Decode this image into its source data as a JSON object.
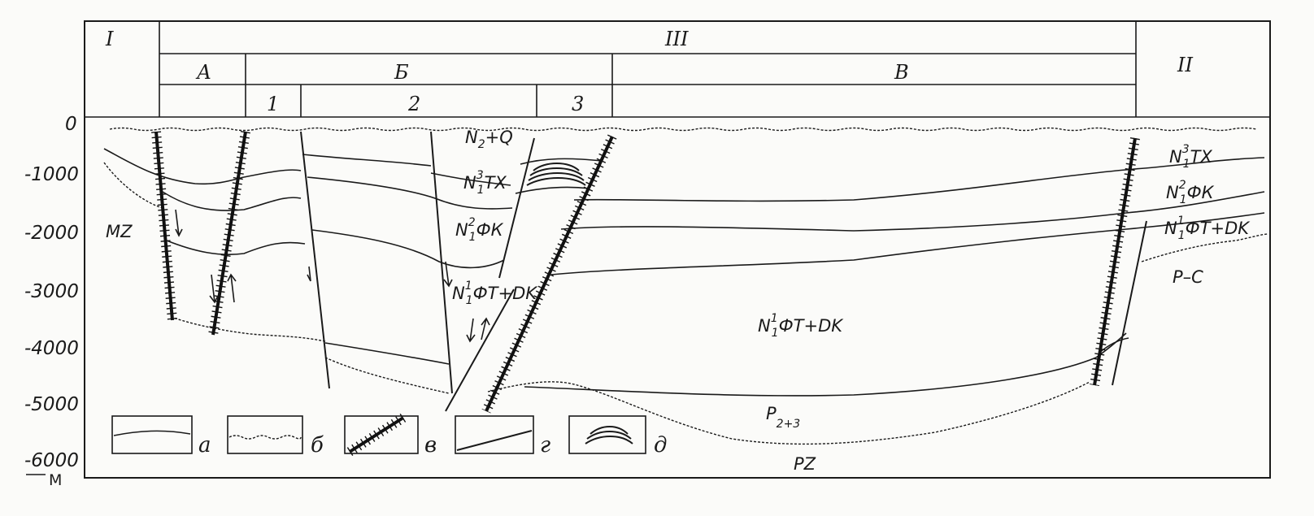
{
  "zones_top": {
    "I": "I",
    "III": "III",
    "II": "II"
  },
  "zones_mid": {
    "A": "А",
    "B": "Б",
    "V": "В"
  },
  "zones_sub": {
    "s1": "1",
    "s2": "2",
    "s3": "3"
  },
  "depth_axis": {
    "ticks": [
      "0",
      "-1000",
      "-2000",
      "-3000",
      "-4000",
      "-5000",
      "-6000"
    ],
    "unit": "М"
  },
  "units": {
    "N2Q": {
      "main": "N",
      "sub": "2",
      "rest": "+Q"
    },
    "N13TX_left": {
      "main": "N",
      "sub": "1",
      "sup": "3",
      "rest": "TX"
    },
    "N12FK_left": {
      "main": "N",
      "sub": "1",
      "sup": "2",
      "rest": "ФК"
    },
    "N11FT_left": {
      "main": "N",
      "sub": "1",
      "sup": "1",
      "rest": "ФТ+DK"
    },
    "N11FT_center": {
      "main": "N",
      "sub": "1",
      "sup": "1",
      "rest": "ФТ+DK"
    },
    "N13TX_right": {
      "main": "N",
      "sub": "1",
      "sup": "3",
      "rest": "TX"
    },
    "N12FK_right": {
      "main": "N",
      "sub": "1",
      "sup": "2",
      "rest": "ФК"
    },
    "N11FT_right": {
      "main": "N",
      "sub": "1",
      "sup": "1",
      "rest": "ФТ+DK"
    },
    "MZ": "MZ",
    "PC": "P–C",
    "P23": {
      "main": "P",
      "sub": "2+3"
    },
    "PZ": "PZ"
  },
  "legend": {
    "a": "а",
    "b": "б",
    "v": "в",
    "g": "г",
    "d": "д"
  }
}
